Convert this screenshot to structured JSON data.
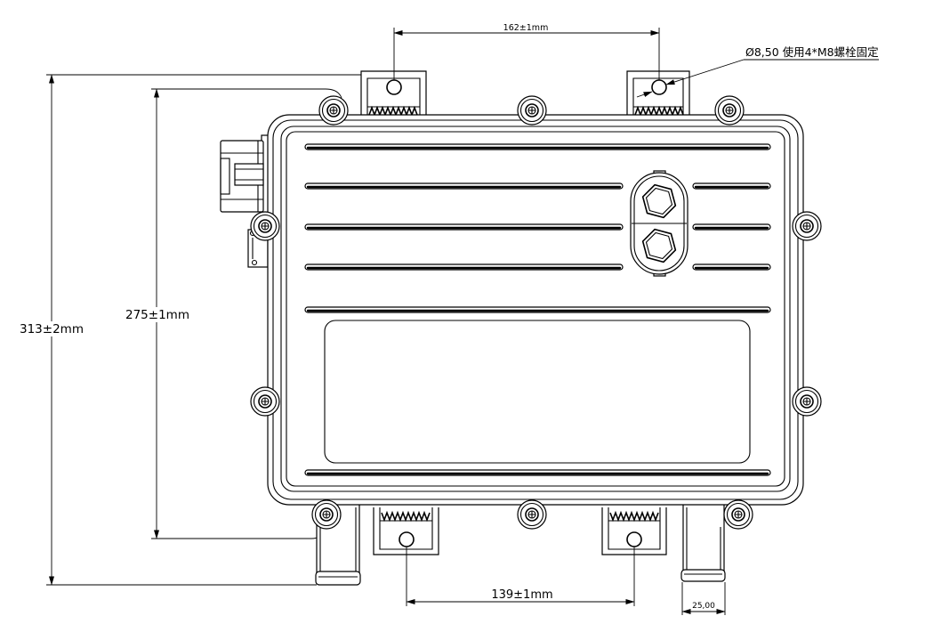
{
  "drawing": {
    "dimensions": {
      "top_bracket_spacing": "162±1mm",
      "overall_height": "313±2mm",
      "mount_spacing_vertical": "275±1mm",
      "bottom_bracket_spacing": "139±1mm",
      "pipe_width": "25,00"
    },
    "notes": {
      "mounting_hole": "Ø8,50 使用4*M8螺栓固定"
    },
    "colors": {
      "line": "#000000",
      "background": "#ffffff"
    }
  }
}
